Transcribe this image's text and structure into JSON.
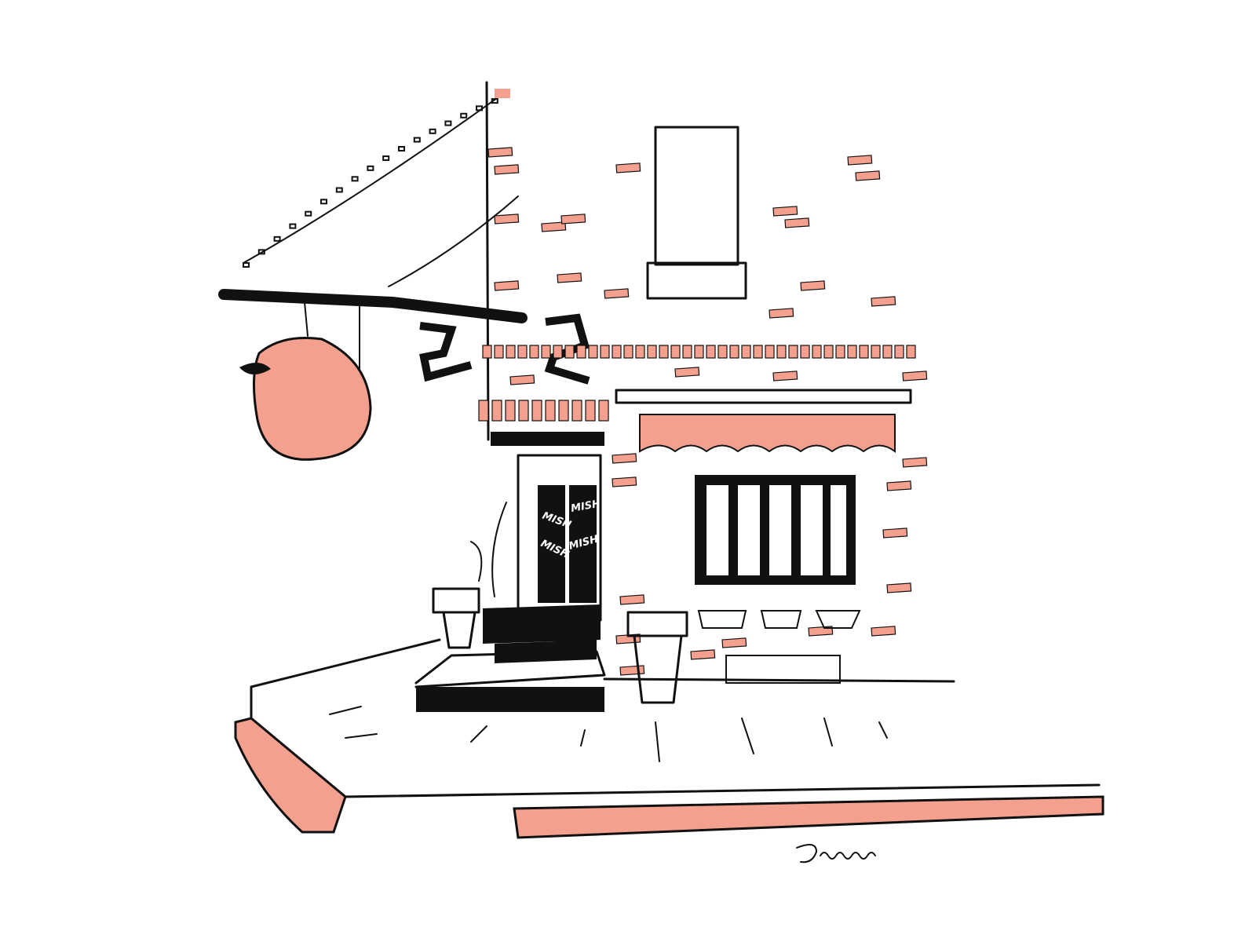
{
  "illustration": {
    "subject": "storefront",
    "door_lettering": [
      "MISH",
      "MISH",
      "MISH",
      "MISH"
    ],
    "signature": "Domanu",
    "colors": {
      "ink": "#111111",
      "accent": "#f4a08e",
      "background": "#ffffff"
    }
  }
}
